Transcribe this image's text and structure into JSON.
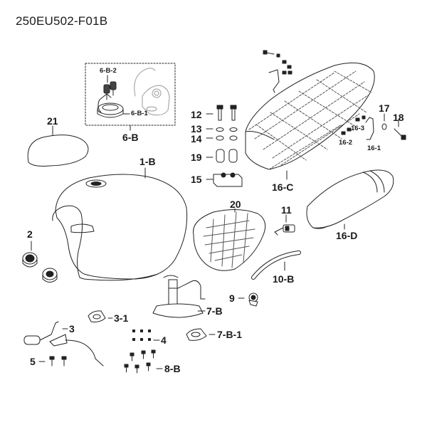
{
  "diagram_code": "250EU502-F01B",
  "labels": {
    "p21": "21",
    "p6B": "6-B",
    "p6B1": "6-B-1",
    "p6B2": "6-B-2",
    "p1B": "1-B",
    "p2": "2",
    "p12": "12",
    "p13": "13",
    "p14": "14",
    "p19": "19",
    "p15": "15",
    "p16C": "16-C",
    "p16D": "16-D",
    "p16_1": "16-1",
    "p16_2": "16-2",
    "p16_3": "16-3",
    "p17": "17",
    "p18": "18",
    "p20": "20",
    "p11": "11",
    "p10B": "10-B",
    "p9": "9",
    "p7B": "7-B",
    "p7B1": "7-B-1",
    "p3": "3",
    "p31": "3-1",
    "p4": "4",
    "p5": "5",
    "p8B": "8-B"
  }
}
